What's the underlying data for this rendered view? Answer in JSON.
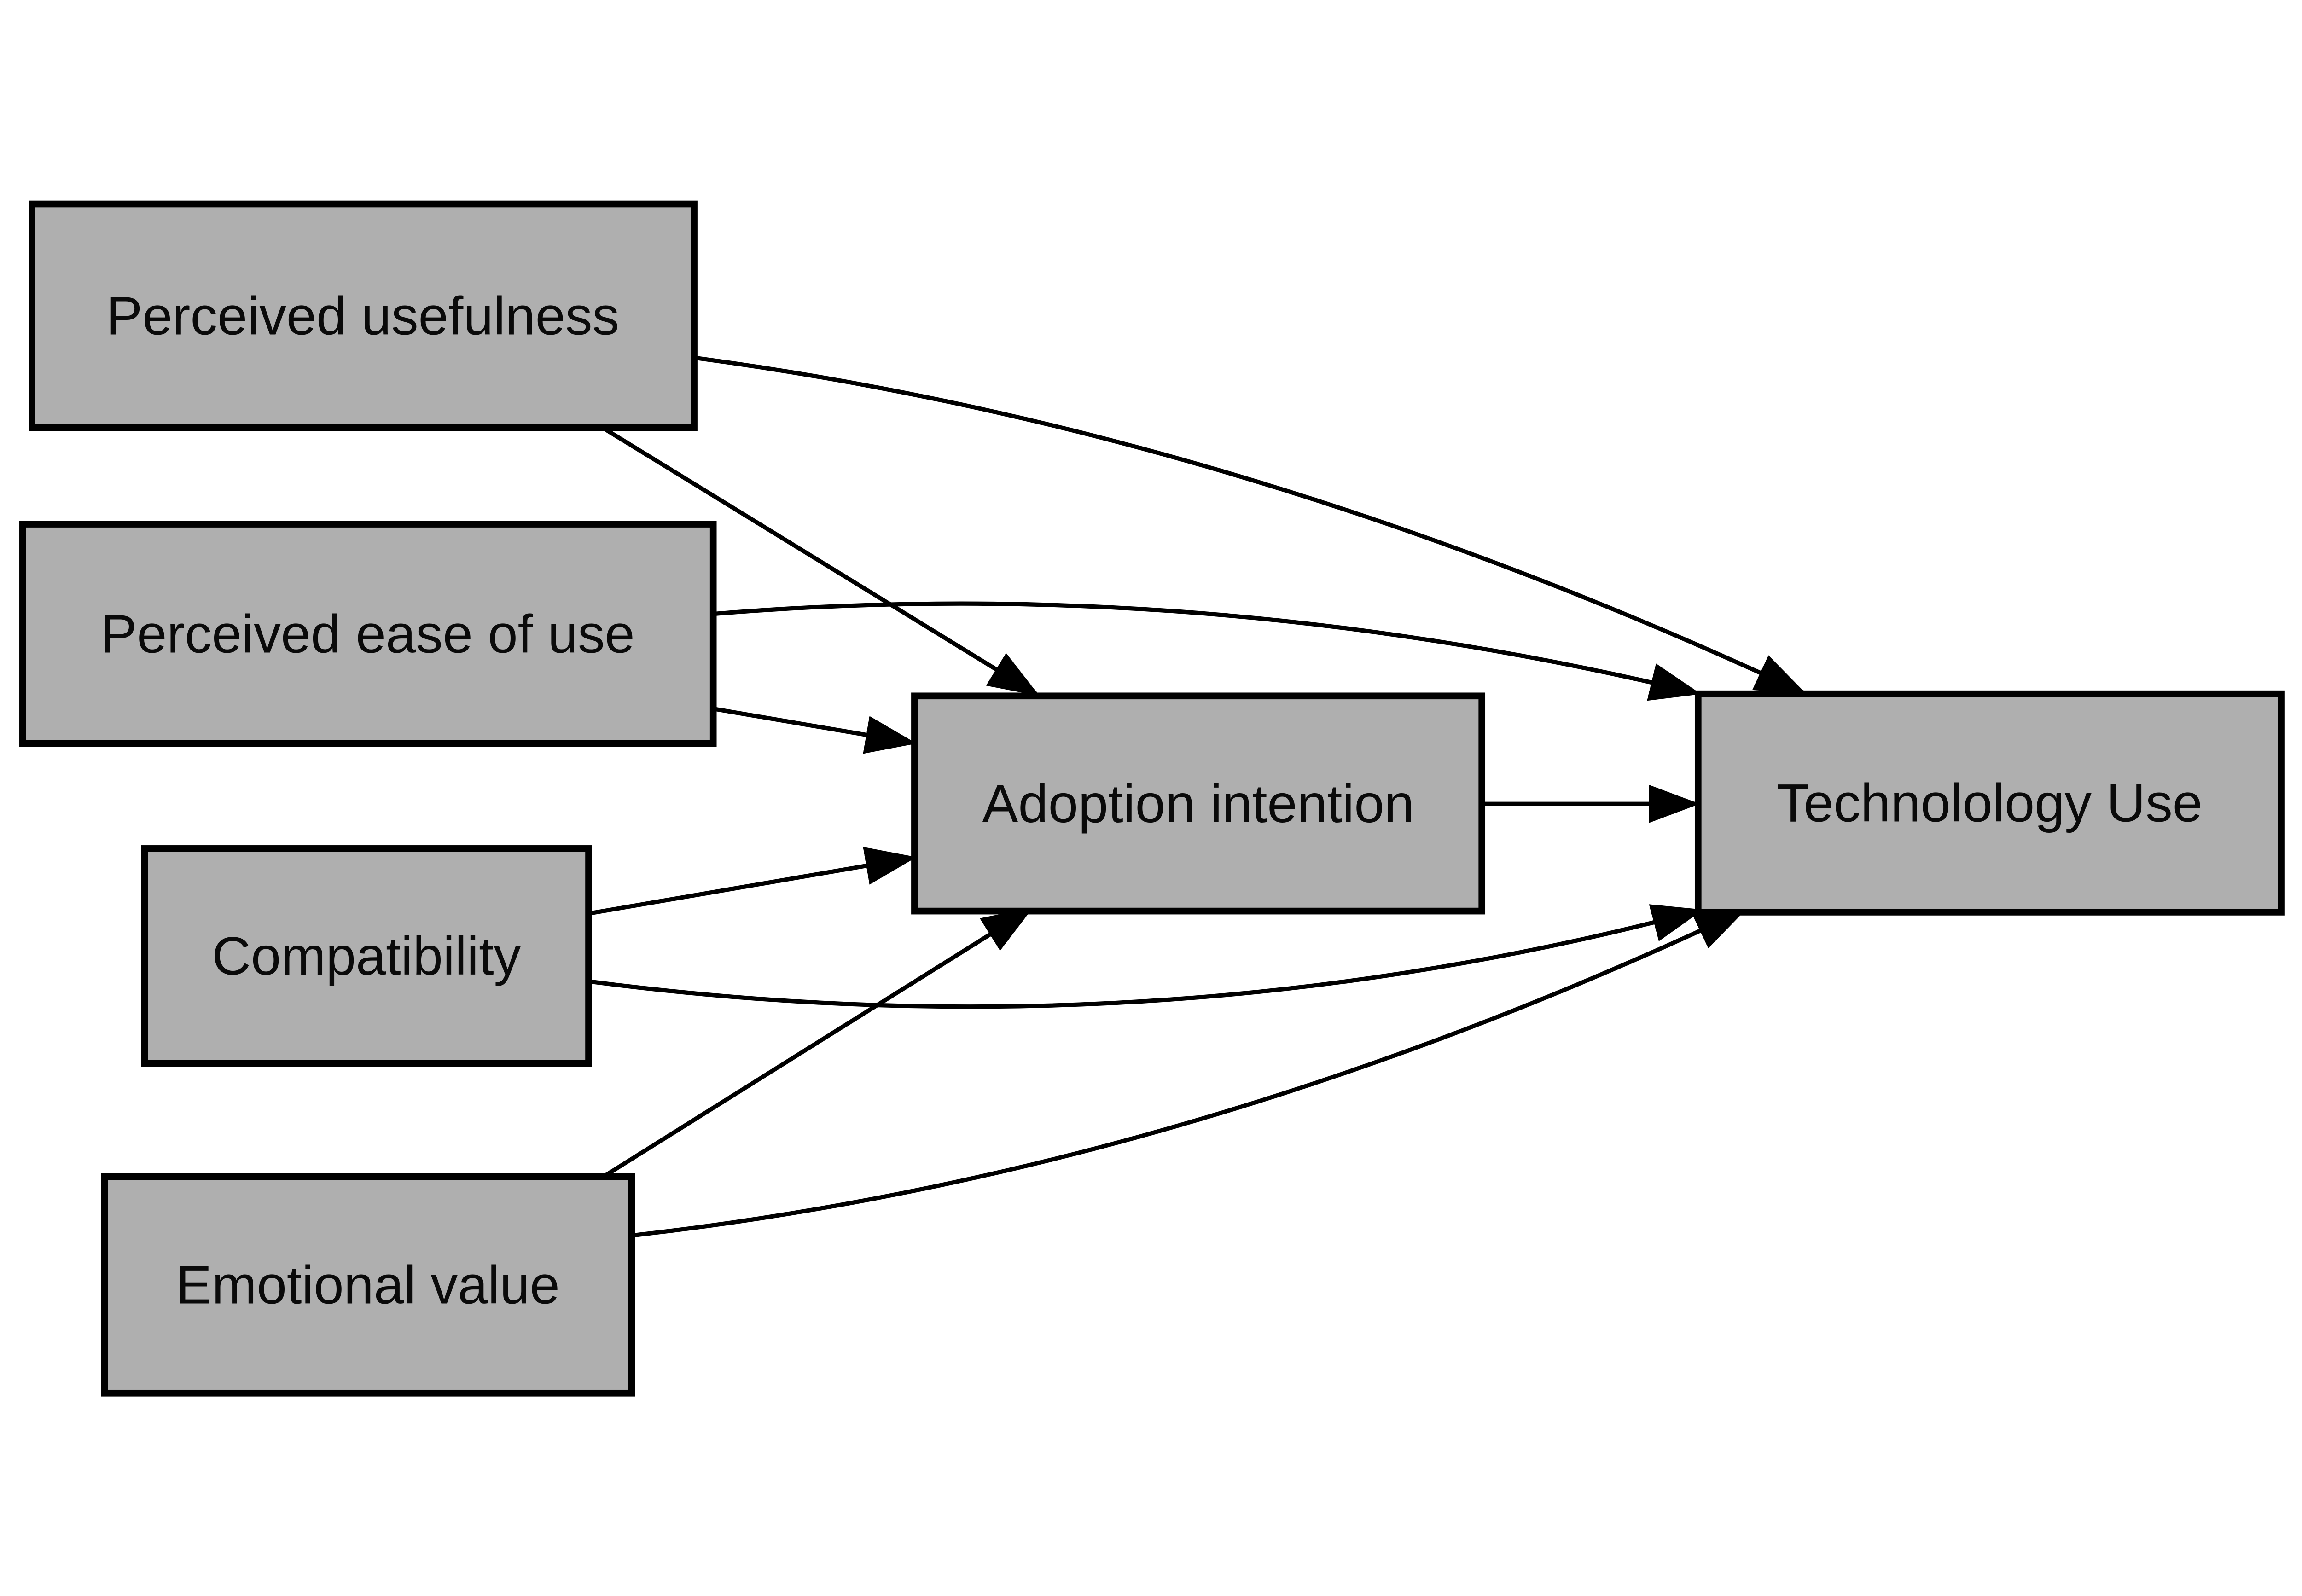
{
  "diagram": {
    "description": "Technology adoption path model",
    "background_color": "#ffffff",
    "node_fill_color": "#AFAFAF",
    "node_border_color": "#000000",
    "arrow_color": "#000000",
    "nodes": [
      {
        "id": "perceived-usefulness",
        "label": "Perceived usefulness"
      },
      {
        "id": "perceived-ease-of-use",
        "label": "Perceived ease of use"
      },
      {
        "id": "compatibility",
        "label": "Compatibility"
      },
      {
        "id": "emotional-value",
        "label": "Emotional value"
      },
      {
        "id": "adoption-intention",
        "label": "Adoption intention"
      },
      {
        "id": "technolology-use",
        "label": "Technolology Use"
      }
    ],
    "edges": [
      {
        "from": "Perceived usefulness",
        "to": "Adoption intention"
      },
      {
        "from": "Perceived usefulness",
        "to": "Technolology Use"
      },
      {
        "from": "Perceived ease of use",
        "to": "Adoption intention"
      },
      {
        "from": "Perceived ease of use",
        "to": "Technolology Use"
      },
      {
        "from": "Compatibility",
        "to": "Adoption intention"
      },
      {
        "from": "Compatibility",
        "to": "Technolology Use"
      },
      {
        "from": "Emotional value",
        "to": "Adoption intention"
      },
      {
        "from": "Emotional value",
        "to": "Technolology Use"
      },
      {
        "from": "Adoption intention",
        "to": "Technolology Use"
      }
    ]
  }
}
